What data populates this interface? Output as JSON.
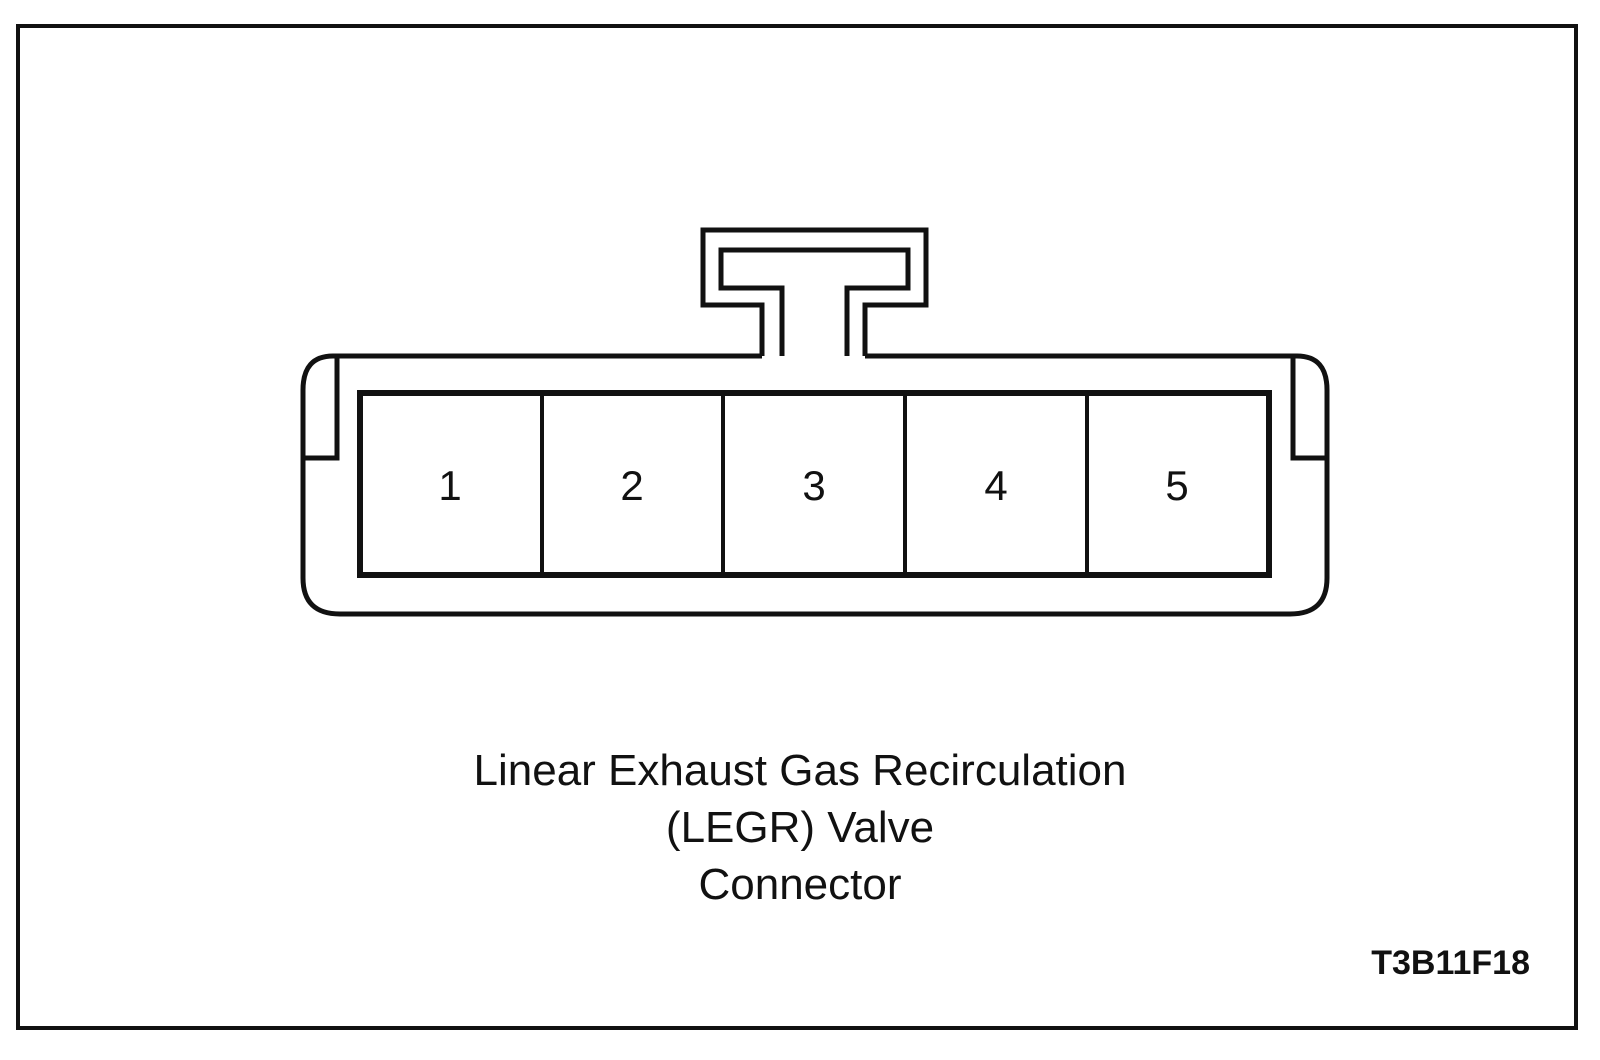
{
  "diagram": {
    "connector_pins": [
      "1",
      "2",
      "3",
      "4",
      "5"
    ],
    "caption_lines": [
      "Linear Exhaust Gas Recirculation",
      "(LEGR) Valve",
      "Connector"
    ],
    "figure_code": "T3B11F18",
    "line_color": "#111111",
    "background_color": "#ffffff"
  }
}
